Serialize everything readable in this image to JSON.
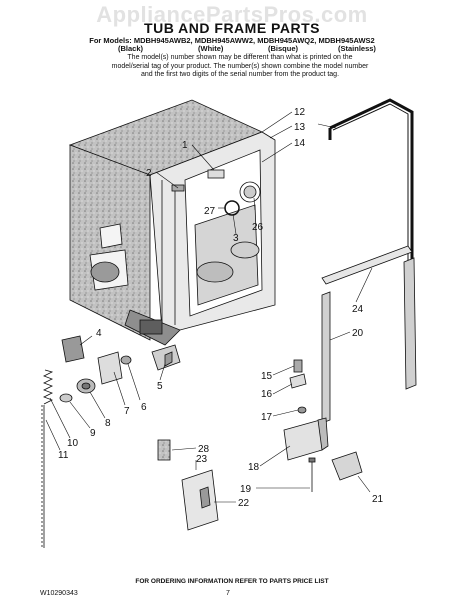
{
  "watermark": "AppliancePartsPros.com",
  "title": "TUB AND FRAME PARTS",
  "models_line": "For Models: MDBH945AWB2, MDBH945AWW2, MDBH945AWQ2, MDBH945AWS2",
  "colors": [
    "(Black)",
    "(White)",
    "(Bisque)",
    "(Stainless)"
  ],
  "note": "The model(s) number shown may be different than what is printed on the model/serial tag of your product. The number(s) shown combine the model number and the first two digits of the serial number from the product tag.",
  "callouts": [
    "1",
    "2",
    "3",
    "4",
    "5",
    "6",
    "7",
    "8",
    "9",
    "10",
    "11",
    "12",
    "13",
    "14",
    "15",
    "16",
    "17",
    "18",
    "19",
    "20",
    "21",
    "22",
    "23",
    "24",
    "26",
    "27",
    "28"
  ],
  "footer": {
    "order_info": "FOR ORDERING INFORMATION REFER TO PARTS PRICE LIST",
    "doc_id": "W10290343",
    "page": "7"
  },
  "colors_hex": {
    "line": "#111111",
    "tub_fill": "#b9b9b9"
  }
}
